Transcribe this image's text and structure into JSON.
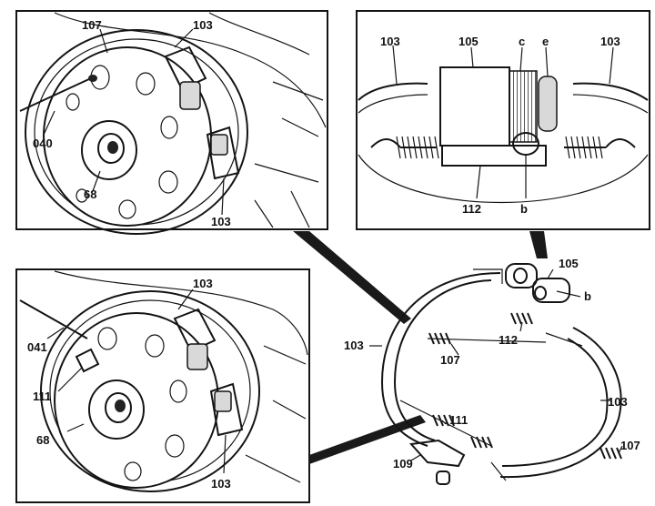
{
  "diagram": {
    "panels": {
      "top_left": {
        "labels": [
          "107",
          "103",
          "040",
          "68",
          "103"
        ]
      },
      "top_right": {
        "labels": [
          "103",
          "105",
          "c",
          "e",
          "103",
          "112",
          "b"
        ]
      },
      "bottom_left": {
        "labels": [
          "103",
          "041",
          "111",
          "68",
          "103"
        ]
      },
      "exploded": {
        "labels": [
          "105",
          "b",
          "103",
          "112",
          "107",
          "103",
          "111",
          "107",
          "109"
        ]
      }
    },
    "colors": {
      "ink": "#141414",
      "shade": "#d9d9d9",
      "paper": "#ffffff"
    }
  }
}
